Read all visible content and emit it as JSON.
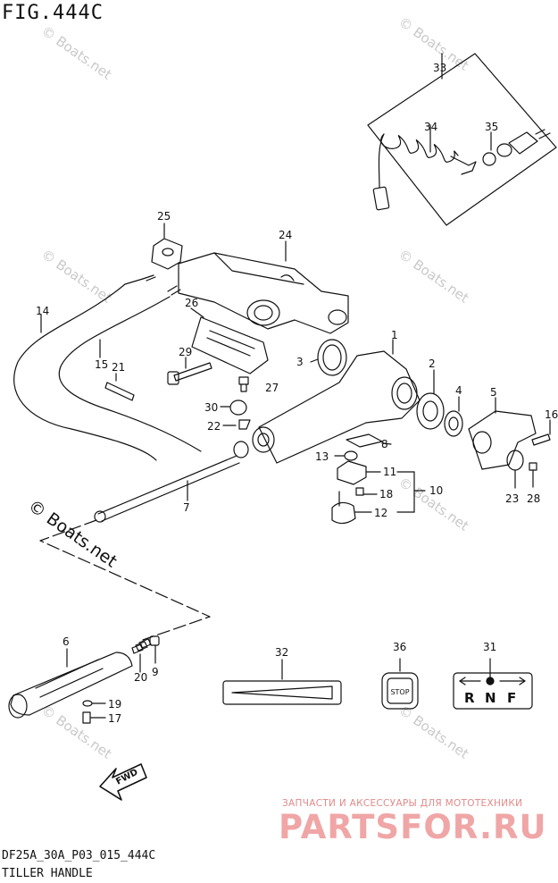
{
  "figure": {
    "title": "FIG.444C",
    "code": "DF25A_30A_P03_015_444C",
    "name": "TILLER HANDLE"
  },
  "watermark": {
    "text": "© Boats.net"
  },
  "shop": {
    "tagline": "ЗАПЧАСТИ И АКСЕССУАРЫ ДЛЯ МОТОТЕХНИКИ",
    "logo": "PARTSFOR.RU"
  },
  "callouts": [
    "1",
    "2",
    "3",
    "4",
    "5",
    "6",
    "7",
    "8",
    "9",
    "10",
    "11",
    "12",
    "13",
    "14",
    "15",
    "16",
    "17",
    "18",
    "19",
    "20",
    "21",
    "22",
    "23",
    "24",
    "25",
    "26",
    "27",
    "28",
    "29",
    "30",
    "31",
    "32",
    "33",
    "34",
    "35",
    "36"
  ],
  "decals": {
    "stop_label": "STOP",
    "shift_letters": [
      "R",
      "N",
      "F"
    ],
    "fwd_label": "FWD"
  },
  "colors": {
    "line": "#111111",
    "watermark": "#c9c9c9",
    "shop_red": "#f0a6a6"
  }
}
